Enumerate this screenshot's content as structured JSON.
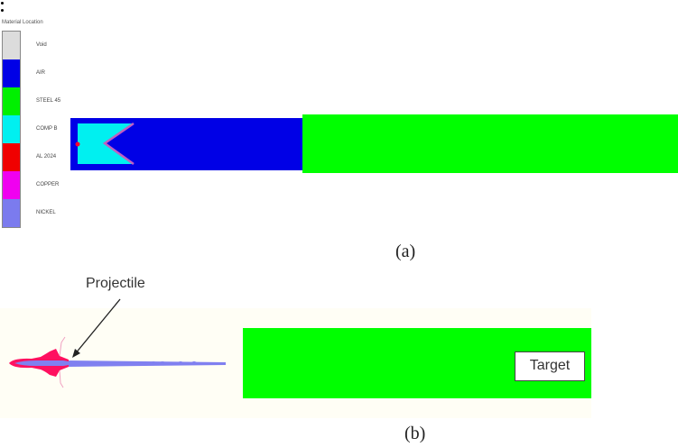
{
  "panel_a": {
    "legend": {
      "title": "Material Location",
      "items": [
        {
          "label": "Void",
          "color": "#dcdcdc"
        },
        {
          "label": "AIR",
          "color": "#0000e6"
        },
        {
          "label": "STEEL 45",
          "color": "#00f000"
        },
        {
          "label": "COMP B",
          "color": "#00f0f0"
        },
        {
          "label": "AL 2024",
          "color": "#f00000"
        },
        {
          "label": "COPPER",
          "color": "#f000f0"
        },
        {
          "label": "NICKEL",
          "color": "#7b7bee"
        }
      ]
    },
    "caption": "(a)"
  },
  "panel_b": {
    "projectile_label": "Projectile",
    "target_label": "Target",
    "caption": "(b)"
  },
  "colors": {
    "air": "#0000e6",
    "steel": "#00ff00",
    "explosive": "#00f0f0",
    "liner": "#c060c0",
    "jet": "#8080f0",
    "jet_head": "#ff1060"
  }
}
